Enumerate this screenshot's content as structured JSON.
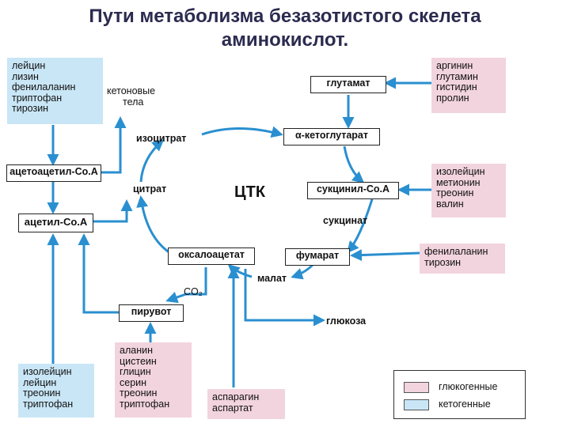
{
  "title_line1": "Пути метаболизма безазотистого скелета",
  "title_line2": "аминокислот.",
  "center_label": "ЦТК",
  "ketogenic_aa": [
    "лейцин",
    "лизин",
    "фенилаланин",
    "триптофан",
    "тирозин"
  ],
  "ketone_bodies": [
    "кетоновые",
    "тела"
  ],
  "acetoacetyl": "ацетоацетил-Со.А",
  "acetyl": "ацетил-Со.А",
  "isocitrate": "изоцитрат",
  "citrate": "цитрат",
  "oxaloacetate": "оксалоацетат",
  "co2": "CO₂",
  "malate": "малат",
  "pyruvate": "пирувот",
  "glucose": "глюкоза",
  "glutamate": "глутамат",
  "akg": "α-кетоглутарат",
  "succinylcoa": "сукцинил-Со.А",
  "succinate": "сукцинат",
  "fumarate": "фумарат",
  "glutamate_sources": [
    "аргинин",
    "глутамин",
    "гистидин",
    "пролин"
  ],
  "succinyl_sources": [
    "изолейцин",
    "метионин",
    "треонин",
    "валин"
  ],
  "fumarate_sources": [
    "фенилаланин",
    "тирозин"
  ],
  "acetyl_sources": [
    "изолейцин",
    "лейцин",
    "треонин",
    "триптофан"
  ],
  "pyruvate_sources": [
    "аланин",
    "цистеин",
    "глицин",
    "серин",
    "треонин",
    "триптофан"
  ],
  "oxaloacetate_sources": [
    "аспарагин",
    "аспартат"
  ],
  "legend": {
    "glucogenic": "глюкогенные",
    "ketogenic": "кетогенные",
    "glucogenic_color": "#f2d4de",
    "ketogenic_color": "#c9e6f6"
  }
}
